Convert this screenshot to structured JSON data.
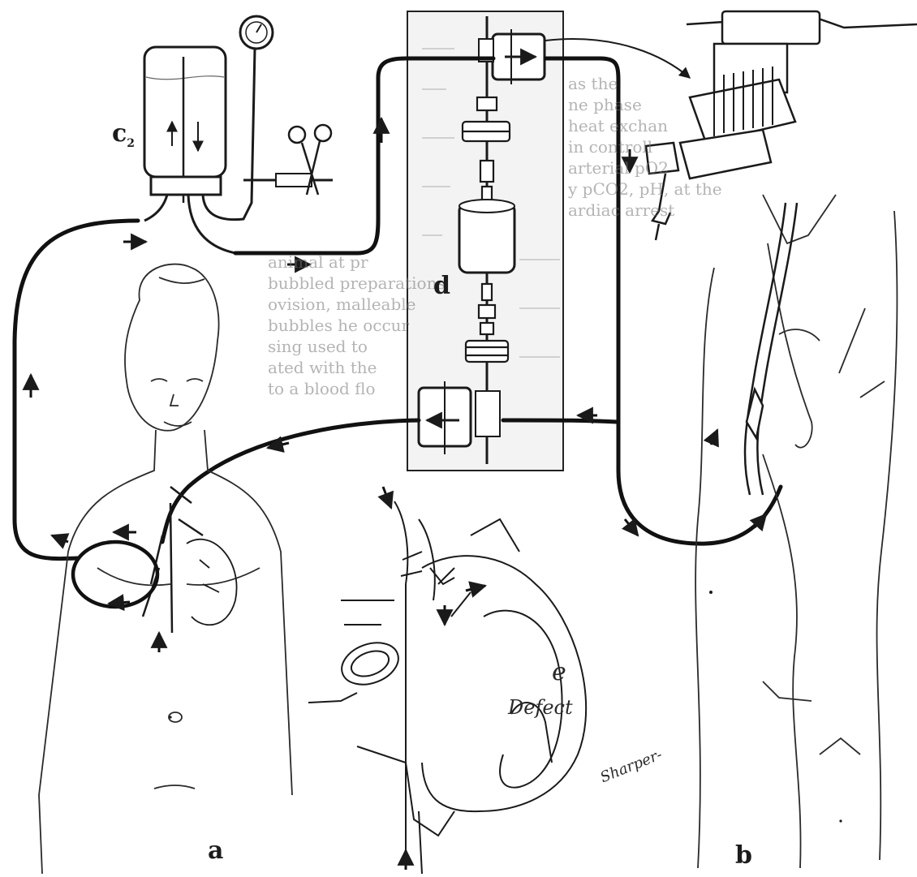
{
  "labels": {
    "a": "a",
    "b": "b",
    "c": "c",
    "c_sub": "2",
    "d": "d",
    "e": "e",
    "ventricle_text": "Defect",
    "signature": "Sharper-"
  },
  "bleed_through": {
    "lines": [
      "as the",
      "ne phase",
      "heat exchan",
      "in controll",
      "arterial pO2",
      "y pCO2, pH, at the",
      "ardiac arrest",
      "animal at pr",
      "bubbled preparations",
      "ovision, malleable",
      "bubbles he occur",
      "sing used to",
      "ated with the",
      "to a blood flo"
    ]
  },
  "colors": {
    "ink": "#1a1a1a",
    "paper": "#ffffff",
    "panel_fill": "#f3f3f3",
    "faint_text": "#8a8a8a"
  },
  "icons": {
    "pressure_gauge": "pressure-gauge-icon",
    "scissors_clamp": "clamp-icon",
    "reservoir": "reservoir-bottle-icon",
    "pump_unit": "pump-unit-icon",
    "oxygenator": "oxygenator-icon",
    "heart": "heart-icon",
    "child": "child-figure-icon",
    "legs": "leg-figure-icon"
  }
}
